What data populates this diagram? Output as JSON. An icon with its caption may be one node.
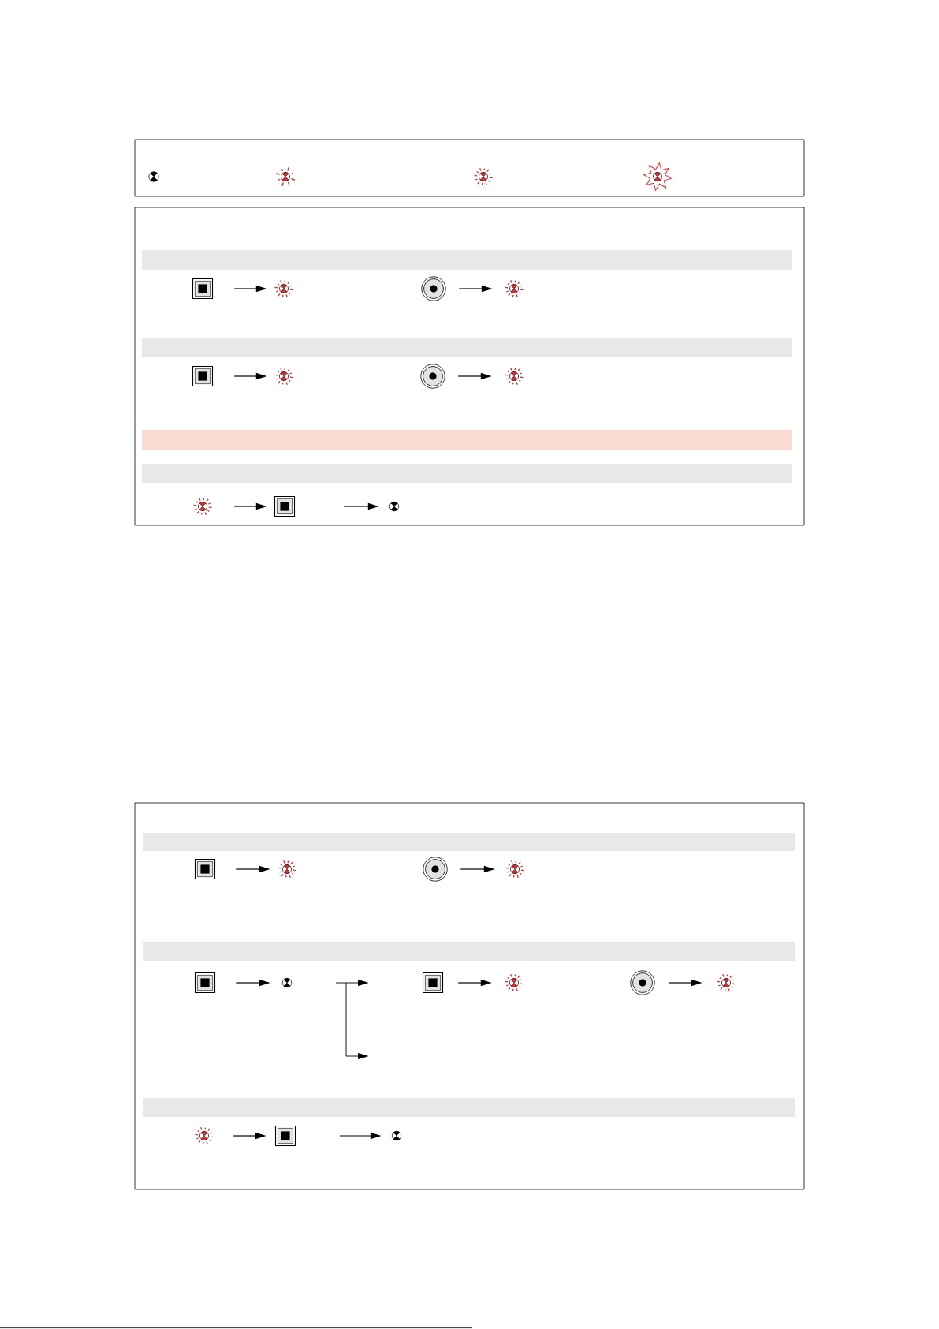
{
  "diagram": {
    "nodes": [
      {
        "text": [],
        "shape": "box"
      },
      {
        "text": [],
        "shape": "burst"
      },
      {
        "text": [],
        "shape": "circle"
      },
      {
        "text": [],
        "shape": "burst"
      },
      {
        "text": [],
        "shape": "box"
      },
      {
        "text": [],
        "shape": "burst"
      },
      {
        "text": [],
        "shape": "circle"
      },
      {
        "text": [],
        "shape": "burst"
      },
      {
        "text": [],
        "shape": "burst"
      },
      {
        "text": [],
        "shape": "box"
      },
      {
        "text": [],
        "shape": "lamp"
      },
      {
        "text": [],
        "shape": "box"
      },
      {
        "text": [],
        "shape": "burst"
      },
      {
        "text": [],
        "shape": "circle"
      },
      {
        "text": [],
        "shape": "burst"
      },
      {
        "text": [],
        "shape": "box"
      },
      {
        "text": [],
        "shape": "lamp"
      },
      {
        "text": [],
        "shape": "box"
      },
      {
        "text": [],
        "shape": "burst"
      },
      {
        "text": [],
        "shape": "circle"
      },
      {
        "text": [],
        "shape": "burst"
      },
      {
        "text": [],
        "shape": "burst"
      },
      {
        "text": [],
        "shape": "box"
      },
      {
        "text": [],
        "shape": "lamp"
      }
    ],
    "edges": [
      {
        "from": 0,
        "to": 1,
        "arrow": "to"
      },
      {
        "from": 2,
        "to": 3,
        "arrow": "to"
      },
      {
        "from": 4,
        "to": 5,
        "arrow": "to"
      },
      {
        "from": 6,
        "to": 7,
        "arrow": "to"
      },
      {
        "from": 8,
        "to": 9,
        "arrow": "to"
      },
      {
        "from": null,
        "to": 10,
        "arrow": "to"
      },
      {
        "from": 11,
        "to": 12,
        "arrow": "to"
      },
      {
        "from": 13,
        "to": 14,
        "arrow": "to"
      },
      {
        "from": 15,
        "to": 16,
        "arrow": "to"
      },
      {
        "from": 17,
        "to": 18,
        "arrow": "to"
      },
      {
        "from": 19,
        "to": 20,
        "arrow": "to"
      },
      {
        "from": 21,
        "to": 22,
        "arrow": "to"
      },
      {
        "from": null,
        "to": 23,
        "arrow": "to"
      }
    ]
  }
}
